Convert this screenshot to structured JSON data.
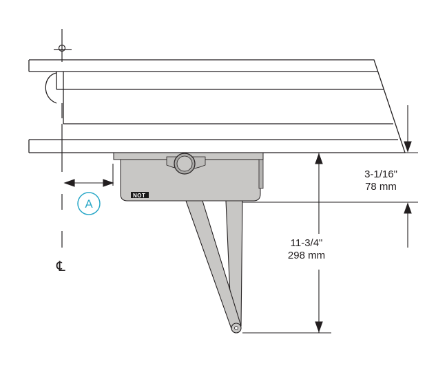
{
  "dimensions": {
    "top_gap": {
      "fraction": "3-1/16\"",
      "metric": "78 mm"
    },
    "arm_drop": {
      "fraction": "11-3/4\"",
      "metric": "298 mm"
    }
  },
  "callout": {
    "label": "A"
  },
  "centerline": {
    "symbol": "℄"
  },
  "operator": {
    "brand": "NOT"
  },
  "colors": {
    "line": "#231f20",
    "operator_body": "#c8c7c5",
    "callout": "#2aa8c8"
  }
}
